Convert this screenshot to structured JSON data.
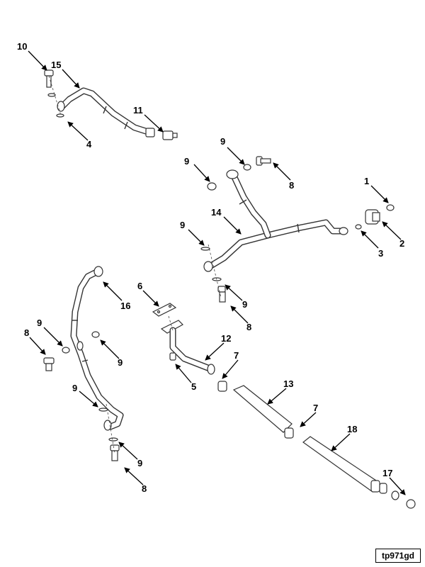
{
  "figure_id": "tp971gd",
  "callouts": {
    "c1": "1",
    "c2": "2",
    "c3": "3",
    "c4": "4",
    "c5": "5",
    "c6": "6",
    "c7a": "7",
    "c7b": "7",
    "c8a": "8",
    "c8b": "8",
    "c8c": "8",
    "c8d": "8",
    "c9a": "9",
    "c9b": "9",
    "c9c": "9",
    "c9d": "9",
    "c9e": "9",
    "c9f": "9",
    "c9g": "9",
    "c9h": "9",
    "c10": "10",
    "c11": "11",
    "c12": "12",
    "c13": "13",
    "c14": "14",
    "c15": "15",
    "c16": "16",
    "c17": "17",
    "c18": "18"
  }
}
